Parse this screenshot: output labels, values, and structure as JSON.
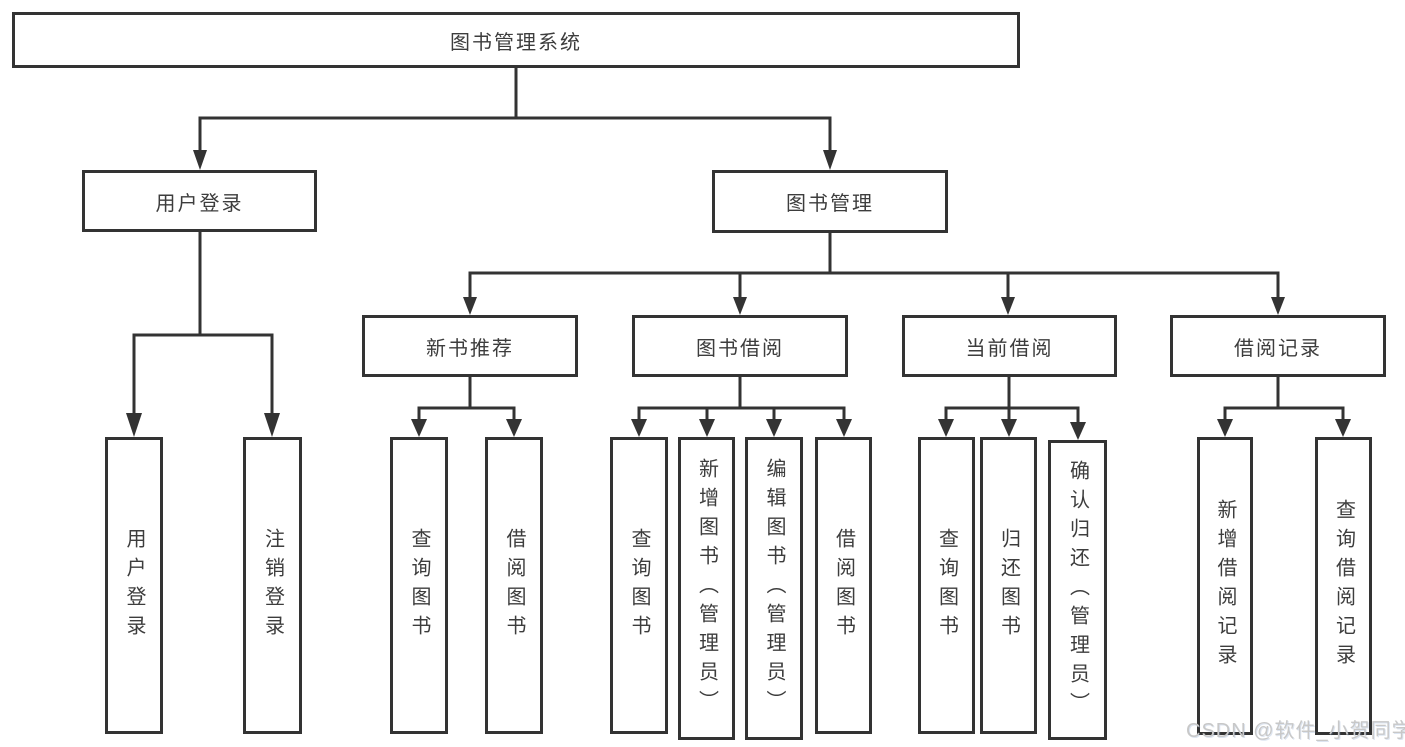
{
  "nodes": {
    "root": {
      "label": "图书管理系统"
    },
    "level2": [
      {
        "label": "用户登录"
      },
      {
        "label": "图书管理"
      }
    ],
    "level3": [
      {
        "label": "新书推荐"
      },
      {
        "label": "图书借阅"
      },
      {
        "label": "当前借阅"
      },
      {
        "label": "借阅记录"
      }
    ],
    "leaves": [
      {
        "label": "用户登录",
        "parent": "用户登录"
      },
      {
        "label": "注销登录",
        "parent": "用户登录"
      },
      {
        "label": "查询图书",
        "parent": "新书推荐"
      },
      {
        "label": "借阅图书",
        "parent": "新书推荐"
      },
      {
        "label": "查询图书",
        "parent": "图书借阅"
      },
      {
        "label": "新增图书（管理员）",
        "parent": "图书借阅"
      },
      {
        "label": "编辑图书（管理员）",
        "parent": "图书借阅"
      },
      {
        "label": "借阅图书",
        "parent": "图书借阅"
      },
      {
        "label": "查询图书",
        "parent": "当前借阅"
      },
      {
        "label": "归还图书",
        "parent": "当前借阅"
      },
      {
        "label": "确认归还（管理员）",
        "parent": "当前借阅"
      },
      {
        "label": "新增借阅记录",
        "parent": "借阅记录"
      },
      {
        "label": "查询借阅记录",
        "parent": "借阅记录"
      }
    ]
  },
  "watermark": {
    "text": "CSDN @软件_小贺同学"
  },
  "colors": {
    "line": "#333333",
    "text": "#3d3d3d",
    "watermark": "#c8c8c8",
    "background": "#ffffff"
  }
}
